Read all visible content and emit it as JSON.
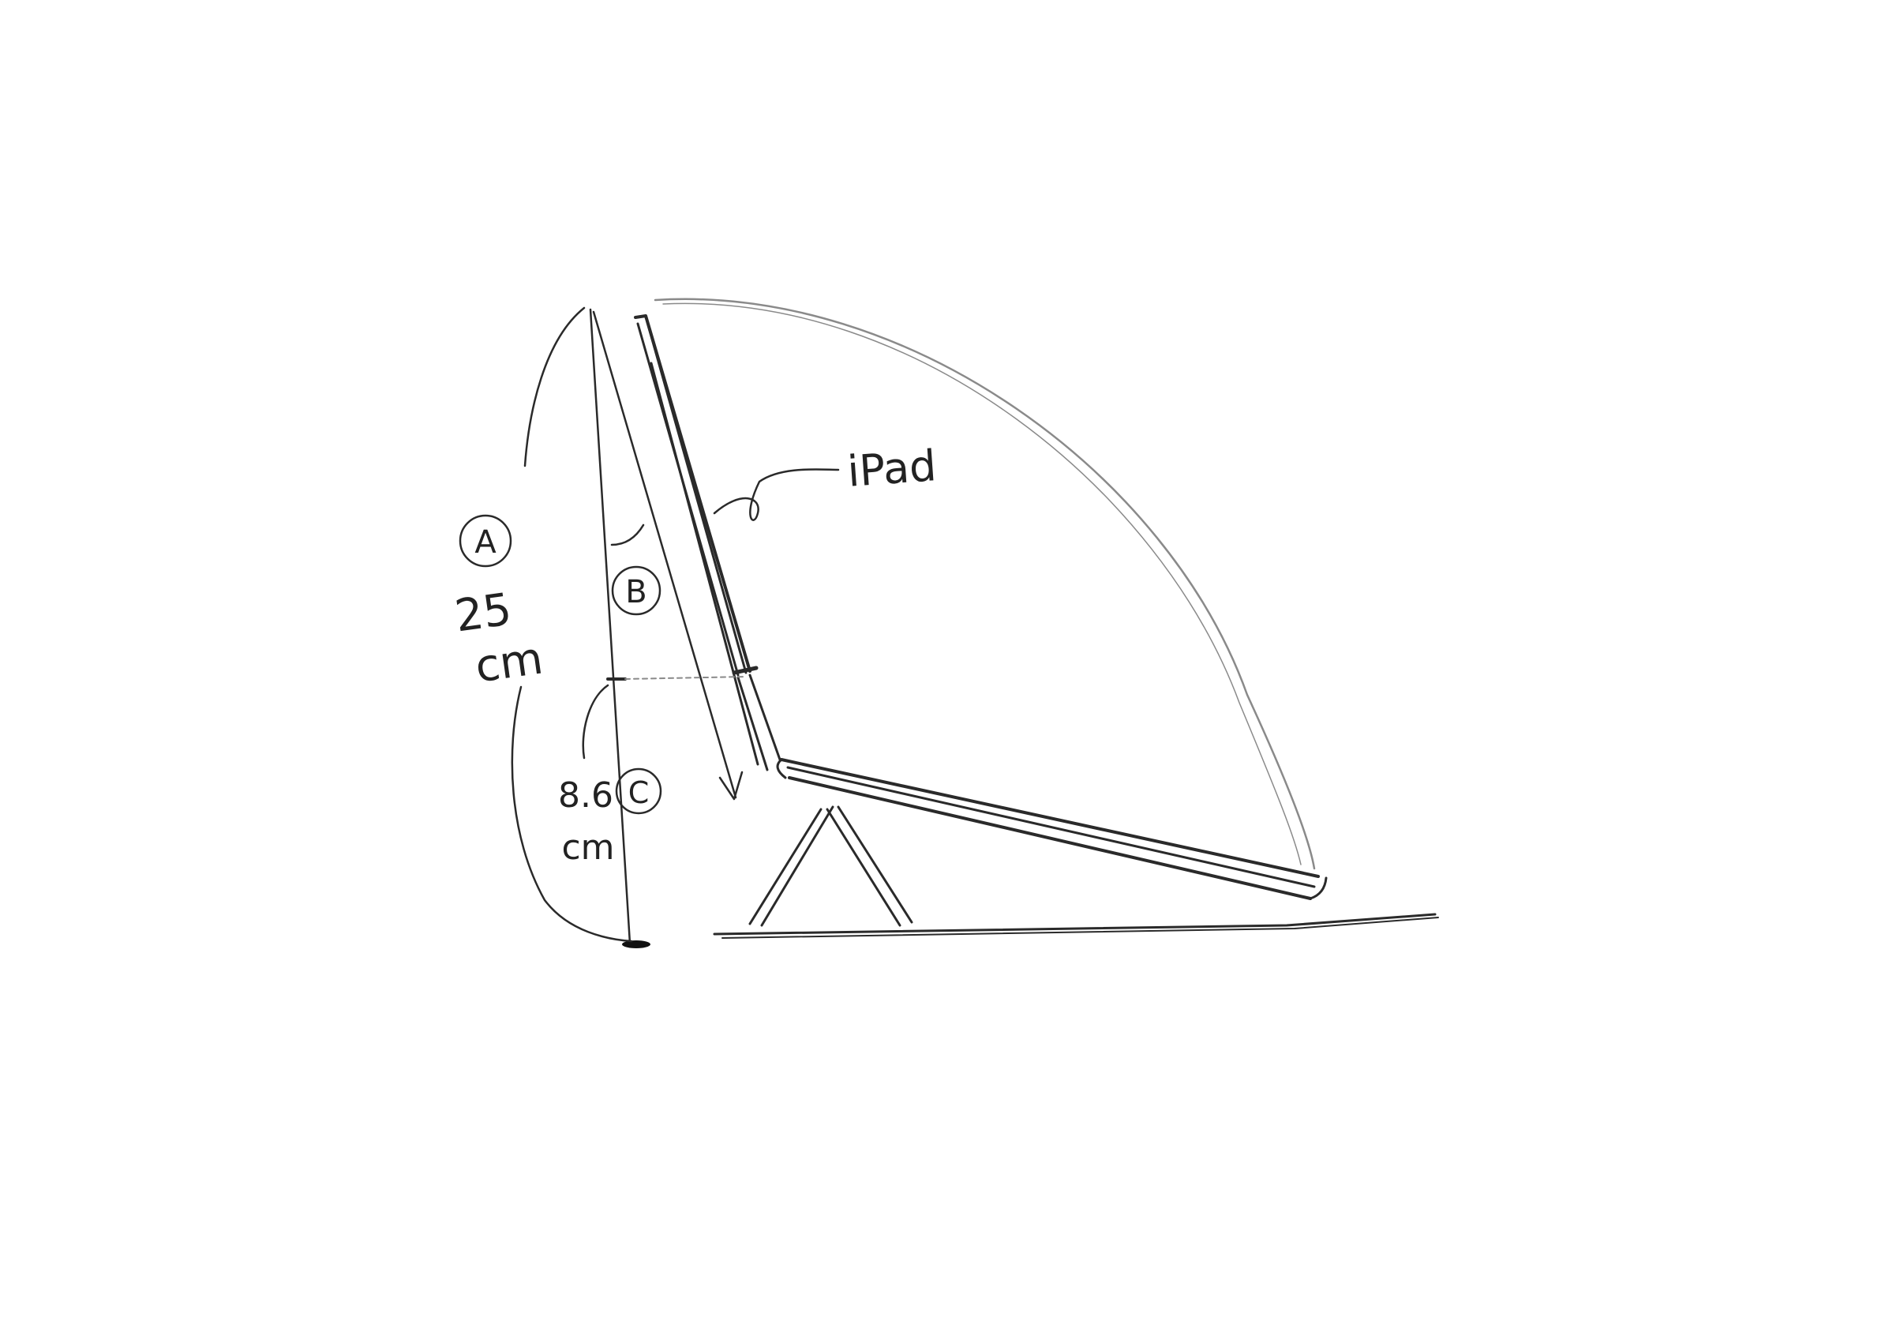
{
  "labels": {
    "device": "iPad",
    "marker_a": "A",
    "measure_a_value": "25",
    "measure_a_unit": "cm",
    "marker_b": "B",
    "marker_c": "C",
    "measure_c_value": "8.6",
    "measure_c_unit": "cm"
  },
  "colors": {
    "pencil": "#2a2a2a",
    "pencil_light": "#8a8a8a",
    "background": "#ffffff"
  }
}
